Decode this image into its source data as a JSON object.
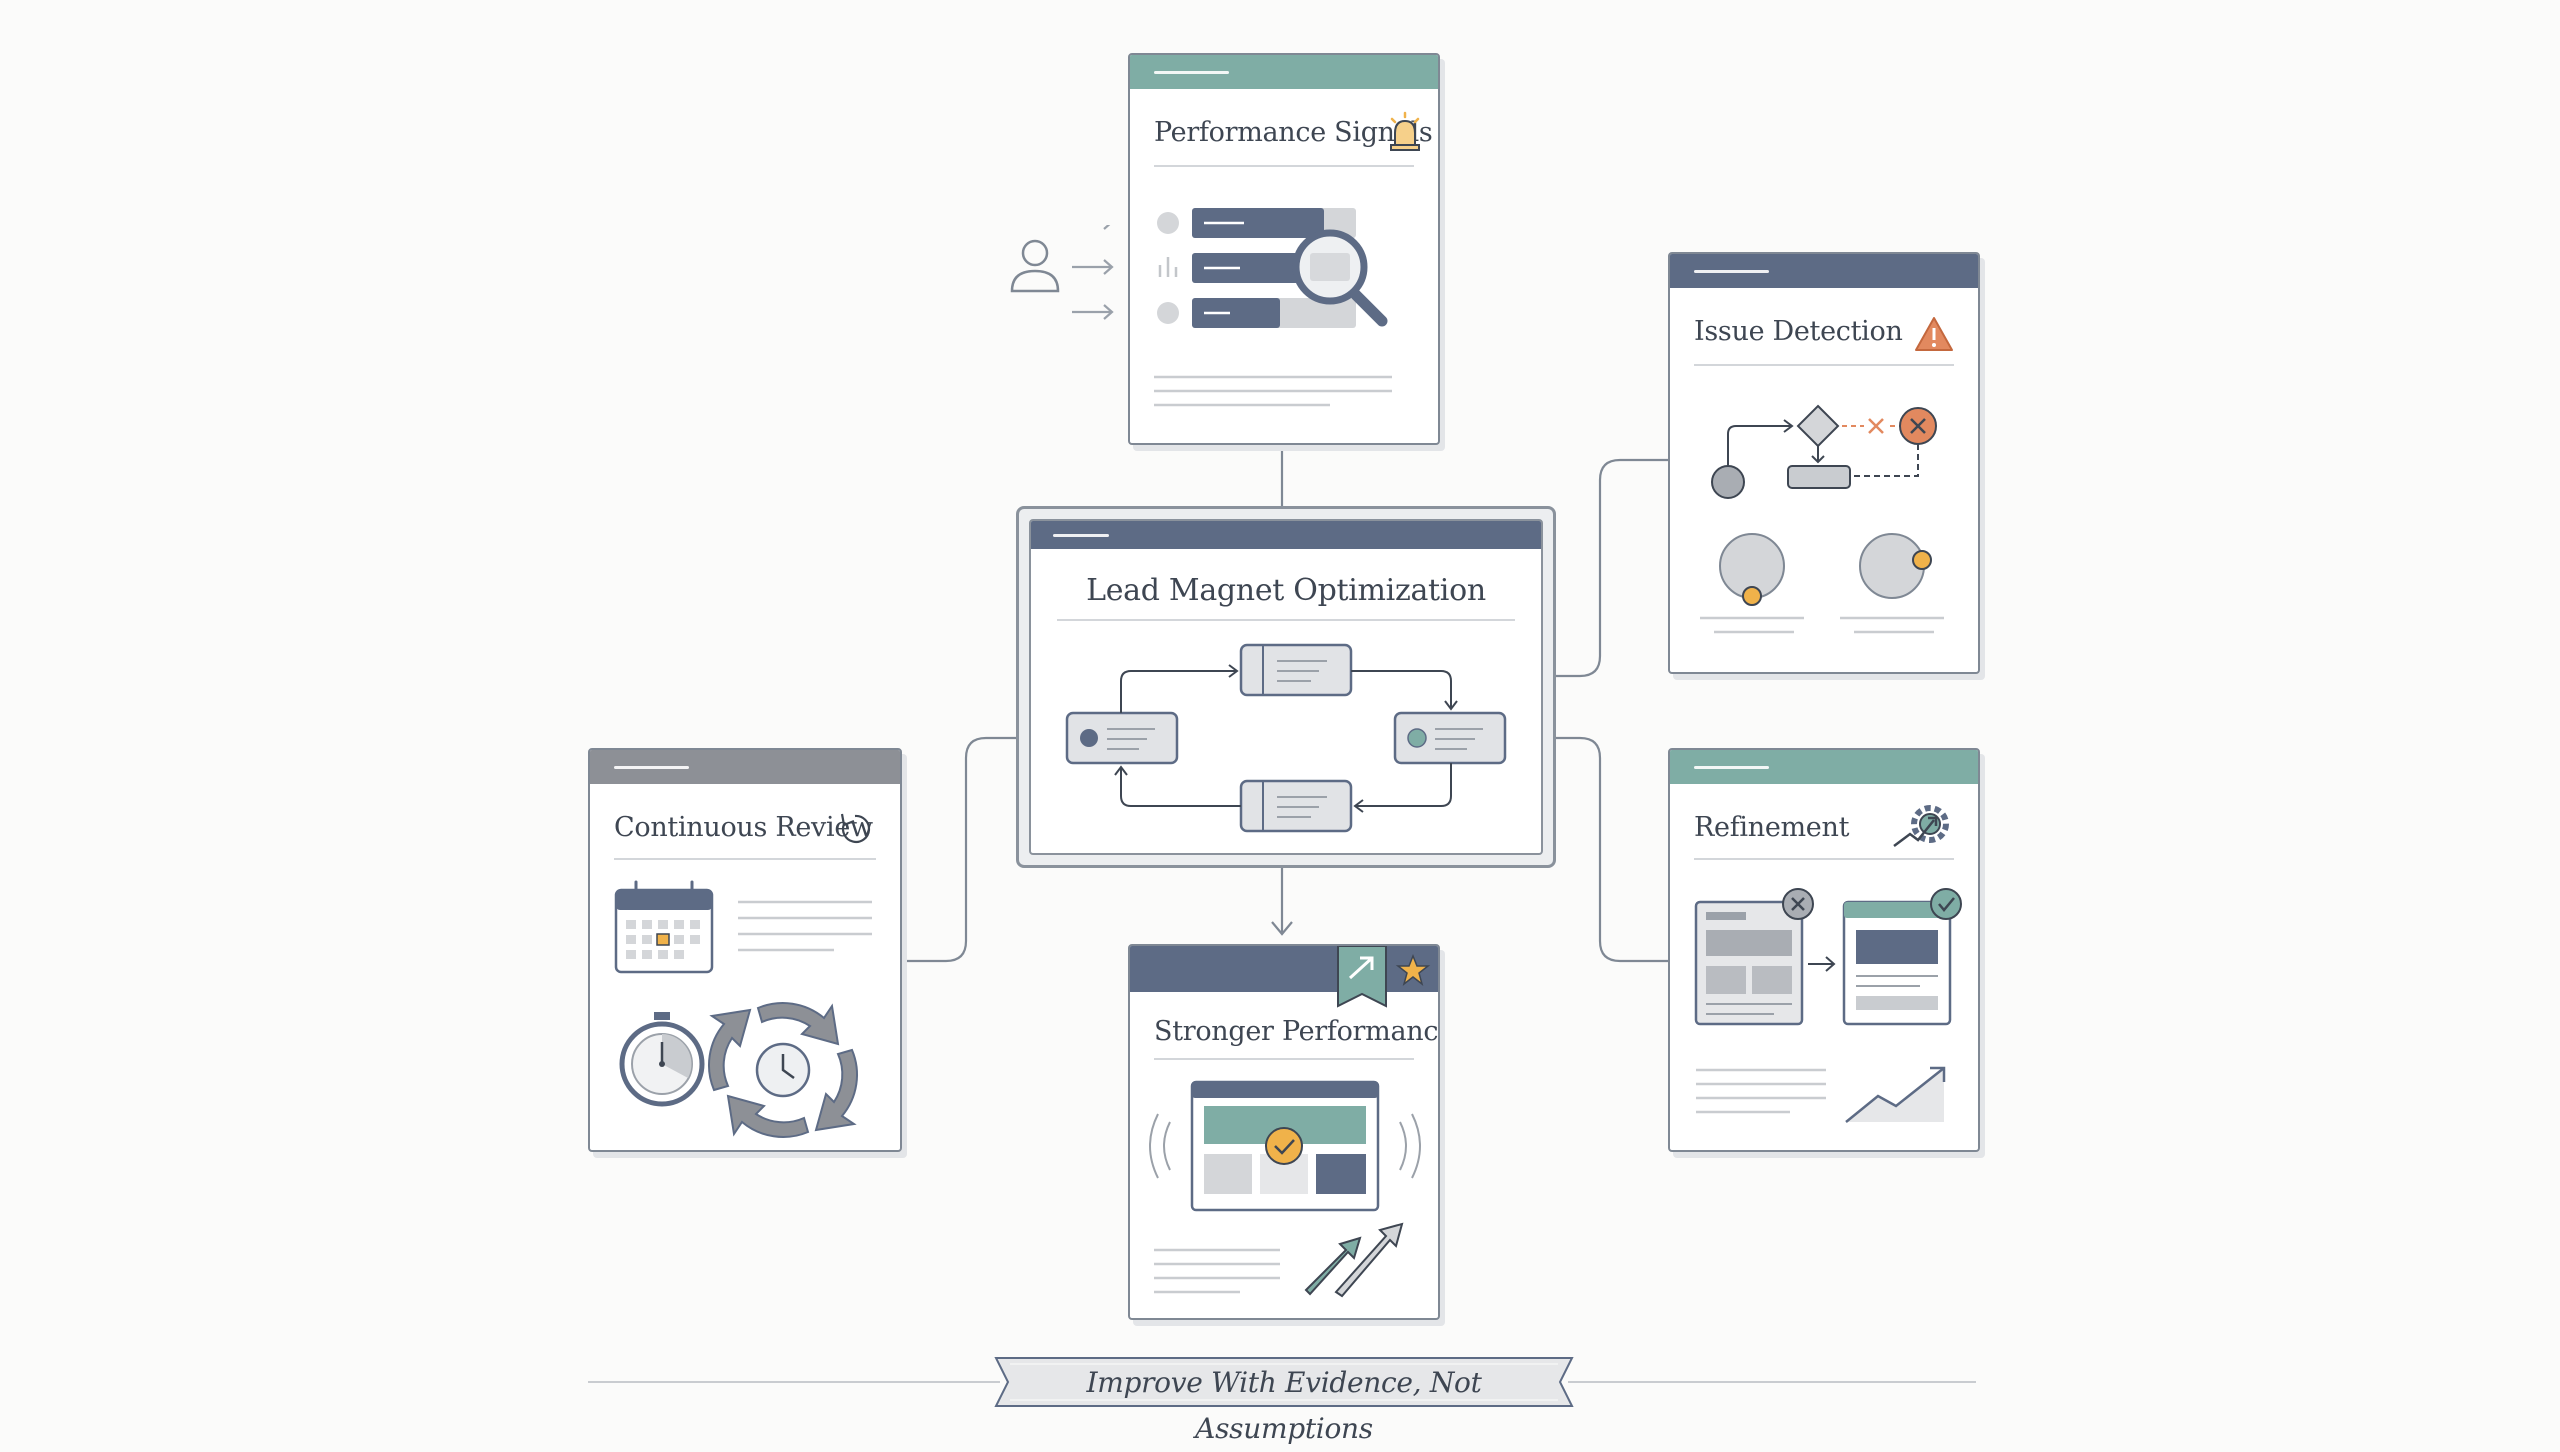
{
  "diagram": {
    "center": {
      "title": "Lead Magnet Optimization"
    },
    "signals": {
      "title": "Performance Signals",
      "icon": "alarm-bell-icon"
    },
    "issue": {
      "title": "Issue Detection",
      "icon": "warning-triangle-icon"
    },
    "refinement": {
      "title": "Refinement",
      "icon": "gear-wrench-icon"
    },
    "review": {
      "title": "Continuous Review",
      "icon": "refresh-icon"
    },
    "stronger": {
      "title": "Stronger Performance",
      "icon": "star-ribbon-icon"
    },
    "banner": {
      "text": "Improve With Evidence, Not Assumptions"
    }
  },
  "colors": {
    "slate": "#5d6b85",
    "teal": "#7fada5",
    "gray_header": "#8d9096",
    "orange": "#e2895f",
    "amber": "#f0b24a",
    "line": "#7f8894"
  }
}
